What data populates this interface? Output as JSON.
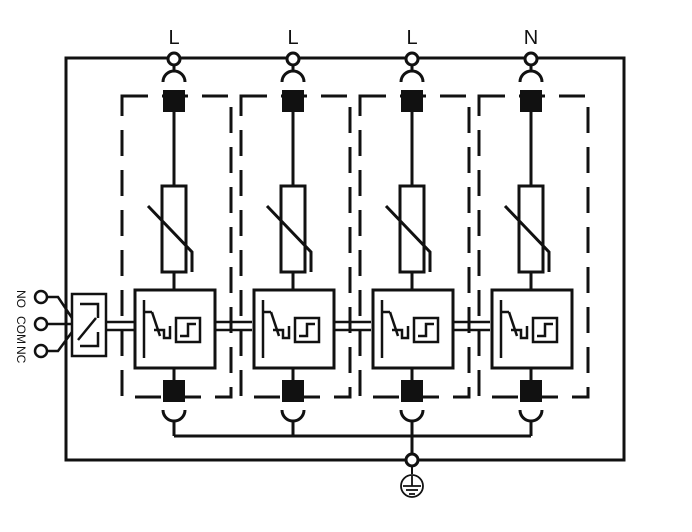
{
  "terminals": {
    "phase_labels": [
      "L",
      "L",
      "L",
      "N"
    ]
  },
  "aux_contacts": {
    "labels": [
      "NO",
      "COM",
      "NC"
    ]
  },
  "icons": {
    "ground": "ground-icon",
    "varistor": "varistor-icon",
    "thermal_disconnector": "thermal-disconnector-icon",
    "remote_signal_switch": "remote-signal-switch-icon"
  },
  "colors": {
    "line": "#111111",
    "background": "#ffffff"
  }
}
